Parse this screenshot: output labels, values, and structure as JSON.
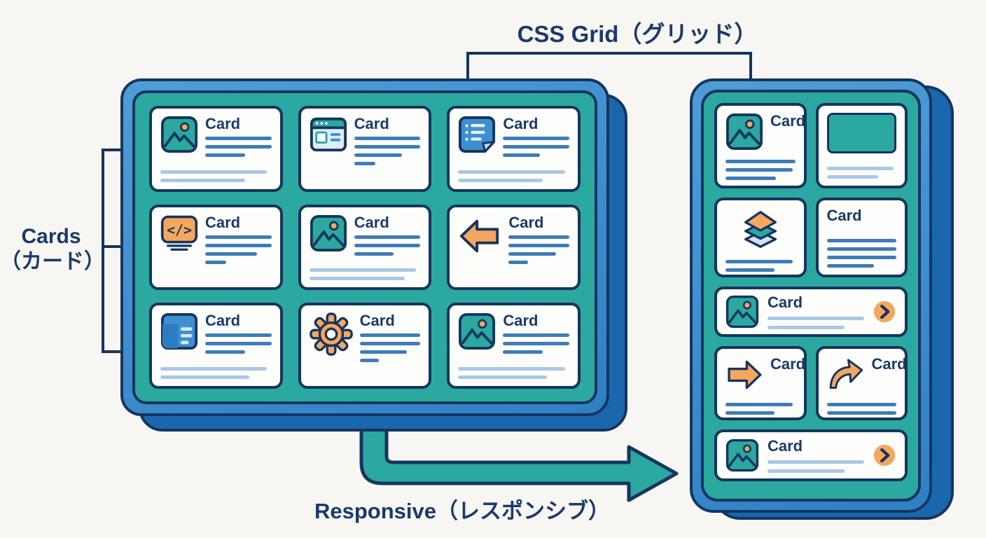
{
  "labels": {
    "grid_title": "CSS Grid（グリッド）",
    "cards_label_line1": "Cards",
    "cards_label_line2": "（カード）",
    "responsive_label": "Responsive（レスポンシブ）"
  },
  "colors": {
    "background": "#f7f6f2",
    "outline_navy": "#16355f",
    "text_navy": "#1b3a6b",
    "frame_blue": "#3e8fd0",
    "shadow_blue": "#1a67ae",
    "screen_teal": "#2ba89f",
    "card_bg": "#fdfdfb",
    "line_dark": "#3f7cb8",
    "line_light": "#aac8e6",
    "accent_orange": "#f5a75f"
  },
  "desktop": {
    "cards": [
      {
        "variant": "side",
        "icon": "image-icon",
        "title": "Card",
        "side_lines": [
          {
            "tone": "dark",
            "w": 100
          },
          {
            "tone": "dark",
            "w": 100
          },
          {
            "tone": "dark",
            "w": 60
          }
        ],
        "body_lines": [
          {
            "tone": "light",
            "w": 96
          },
          {
            "tone": "light",
            "w": 76
          }
        ]
      },
      {
        "variant": "side",
        "icon": "browser-icon",
        "title": "Card",
        "side_lines": [
          {
            "tone": "dark",
            "w": 100
          },
          {
            "tone": "dark",
            "w": 100
          },
          {
            "tone": "dark",
            "w": 72
          },
          {
            "tone": "dark",
            "w": 32
          }
        ],
        "body_lines": []
      },
      {
        "variant": "side",
        "icon": "note-icon",
        "title": "Card",
        "side_lines": [
          {
            "tone": "dark",
            "w": 100
          },
          {
            "tone": "dark",
            "w": 100
          },
          {
            "tone": "dark",
            "w": 56
          }
        ],
        "body_lines": [
          {
            "tone": "light",
            "w": 96
          },
          {
            "tone": "light",
            "w": 76
          }
        ]
      },
      {
        "variant": "side",
        "icon": "code-icon",
        "title": "Card",
        "side_lines": [
          {
            "tone": "dark",
            "w": 100
          },
          {
            "tone": "dark",
            "w": 100
          },
          {
            "tone": "dark",
            "w": 78
          },
          {
            "tone": "dark",
            "w": 32
          }
        ],
        "body_lines": []
      },
      {
        "variant": "side",
        "icon": "image-icon",
        "title": "Card",
        "side_lines": [
          {
            "tone": "dark",
            "w": 100
          },
          {
            "tone": "dark",
            "w": 100
          },
          {
            "tone": "dark",
            "w": 60
          }
        ],
        "body_lines": [
          {
            "tone": "light",
            "w": 96
          },
          {
            "tone": "light",
            "w": 86
          }
        ]
      },
      {
        "variant": "side",
        "icon": "arrow-left-icon",
        "title": "Card",
        "side_lines": [
          {
            "tone": "dark",
            "w": 100
          },
          {
            "tone": "dark",
            "w": 100
          },
          {
            "tone": "dark",
            "w": 78
          },
          {
            "tone": "dark",
            "w": 32
          }
        ],
        "body_lines": []
      },
      {
        "variant": "side",
        "icon": "layout-icon",
        "title": "Card",
        "side_lines": [
          {
            "tone": "dark",
            "w": 100
          },
          {
            "tone": "dark",
            "w": 100
          },
          {
            "tone": "dark",
            "w": 60
          }
        ],
        "body_lines": [
          {
            "tone": "light",
            "w": 96
          },
          {
            "tone": "light",
            "w": 80
          }
        ]
      },
      {
        "variant": "side",
        "icon": "gear-icon",
        "title": "Card",
        "side_lines": [
          {
            "tone": "dark",
            "w": 100
          },
          {
            "tone": "dark",
            "w": 100
          },
          {
            "tone": "dark",
            "w": 78
          },
          {
            "tone": "dark",
            "w": 32
          }
        ],
        "body_lines": []
      },
      {
        "variant": "side",
        "icon": "image-icon",
        "title": "Card",
        "side_lines": [
          {
            "tone": "dark",
            "w": 100
          },
          {
            "tone": "dark",
            "w": 100
          },
          {
            "tone": "dark",
            "w": 60
          }
        ],
        "body_lines": [
          {
            "tone": "light",
            "w": 96
          },
          {
            "tone": "light",
            "w": 80
          }
        ]
      }
    ]
  },
  "mobile": {
    "cards": [
      {
        "variant": "stacked",
        "icon": "image-icon",
        "title": "Card",
        "body_lines": [
          {
            "tone": "dark",
            "w": 100
          },
          {
            "tone": "dark",
            "w": 96
          },
          {
            "tone": "dark",
            "w": 72
          }
        ]
      },
      {
        "variant": "media",
        "icon": "media-rect",
        "body_lines": [
          {
            "tone": "light",
            "w": 96
          },
          {
            "tone": "light",
            "w": 74
          }
        ]
      },
      {
        "variant": "icon-top",
        "icon": "layers-icon",
        "body_lines": [
          {
            "tone": "dark",
            "w": 96
          },
          {
            "tone": "dark",
            "w": 70
          }
        ]
      },
      {
        "variant": "text-top",
        "title": "Card",
        "body_lines": [
          {
            "tone": "dark",
            "w": 100
          },
          {
            "tone": "dark",
            "w": 100
          },
          {
            "tone": "dark",
            "w": 100
          },
          {
            "tone": "dark",
            "w": 68
          }
        ]
      },
      {
        "variant": "horizontal",
        "span2": true,
        "icon": "image-icon",
        "title": "Card",
        "chevron": true,
        "mid_lines": [
          {
            "tone": "light",
            "w": 100
          },
          {
            "tone": "light",
            "w": 80
          }
        ]
      },
      {
        "variant": "stacked",
        "icon": "arrow-right-icon",
        "title": "Card",
        "body_lines": [
          {
            "tone": "dark",
            "w": 96
          },
          {
            "tone": "dark",
            "w": 70
          }
        ]
      },
      {
        "variant": "stacked",
        "icon": "arrow-curved-icon",
        "title": "Card",
        "body_lines": [
          {
            "tone": "dark",
            "w": 100
          },
          {
            "tone": "dark",
            "w": 100
          },
          {
            "tone": "dark",
            "w": 72
          }
        ]
      },
      {
        "variant": "horizontal",
        "span2": true,
        "icon": "image-icon",
        "title": "Card",
        "chevron": true,
        "mid_lines": [
          {
            "tone": "light",
            "w": 100
          },
          {
            "tone": "light",
            "w": 80
          }
        ]
      }
    ]
  }
}
